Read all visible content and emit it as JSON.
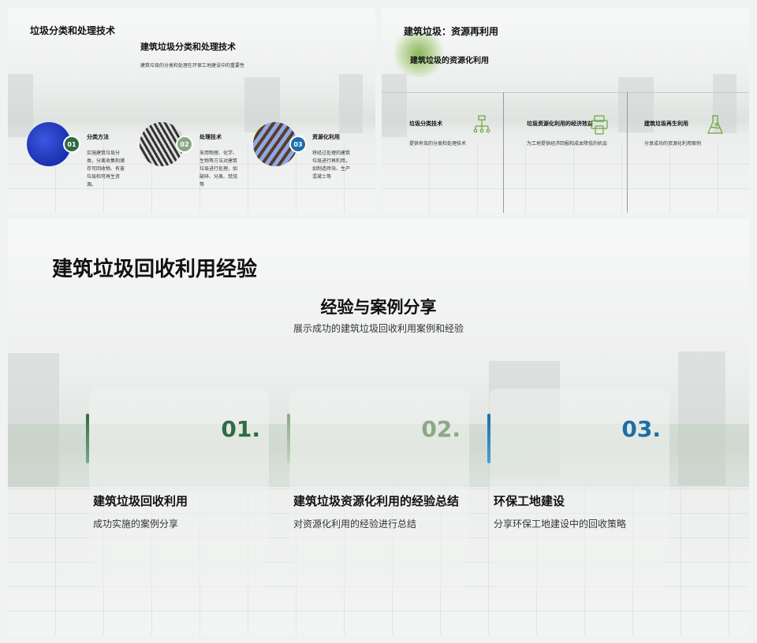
{
  "slide1": {
    "title": "垃圾分类和处理技术",
    "subtitle": "建筑垃圾分类和处理技术",
    "desc": "建筑垃圾的分类和处理在环保工地建设中的重要性",
    "items": [
      {
        "num": "01",
        "title": "分类方法",
        "text": "实施建筑垃圾分类，分离收集和储存可回收物、有害垃圾和可再生资源。",
        "color": "#2f6b45"
      },
      {
        "num": "02",
        "title": "处理技术",
        "text": "采用物理、化学、生物等方法对建筑垃圾进行处理，如破碎、分离、焚烧等",
        "color": "#8aa886"
      },
      {
        "num": "03",
        "title": "资源化利用",
        "text": "将经过处理的建筑垃圾进行再利用，如制造砖块、生产混凝土等",
        "color": "#1b6ea8"
      }
    ]
  },
  "slide2": {
    "title": "建筑垃圾：资源再利用",
    "subtitle": "建筑垃圾的资源化利用",
    "items": [
      {
        "title": "垃圾分类技术",
        "text": "提供有效的分类和处理技术",
        "icon": "hierarchy-icon"
      },
      {
        "title": "垃圾资源化利用的经济效益",
        "text": "为工地提供经济回报和成本降低的机会",
        "icon": "devices-icon"
      },
      {
        "title": "建筑垃圾再生利用",
        "text": "分享成功的资源化利用案例",
        "icon": "flask-icon"
      }
    ]
  },
  "slide3": {
    "title": "建筑垃圾回收利用经验",
    "subtitle": "经验与案例分享",
    "desc": "展示成功的建筑垃圾回收利用案例和经验",
    "cards": [
      {
        "num": "01.",
        "title": "建筑垃圾回收利用",
        "text": "成功实施的案例分享",
        "color": "#2f6b45"
      },
      {
        "num": "02.",
        "title": "建筑垃圾资源化利用的经验总结",
        "text": "对资源化利用的经验进行总结",
        "color": "#8aa886"
      },
      {
        "num": "03.",
        "title": "环保工地建设",
        "text": "分享环保工地建设中的回收策略",
        "color": "#1b6ea8"
      }
    ]
  }
}
